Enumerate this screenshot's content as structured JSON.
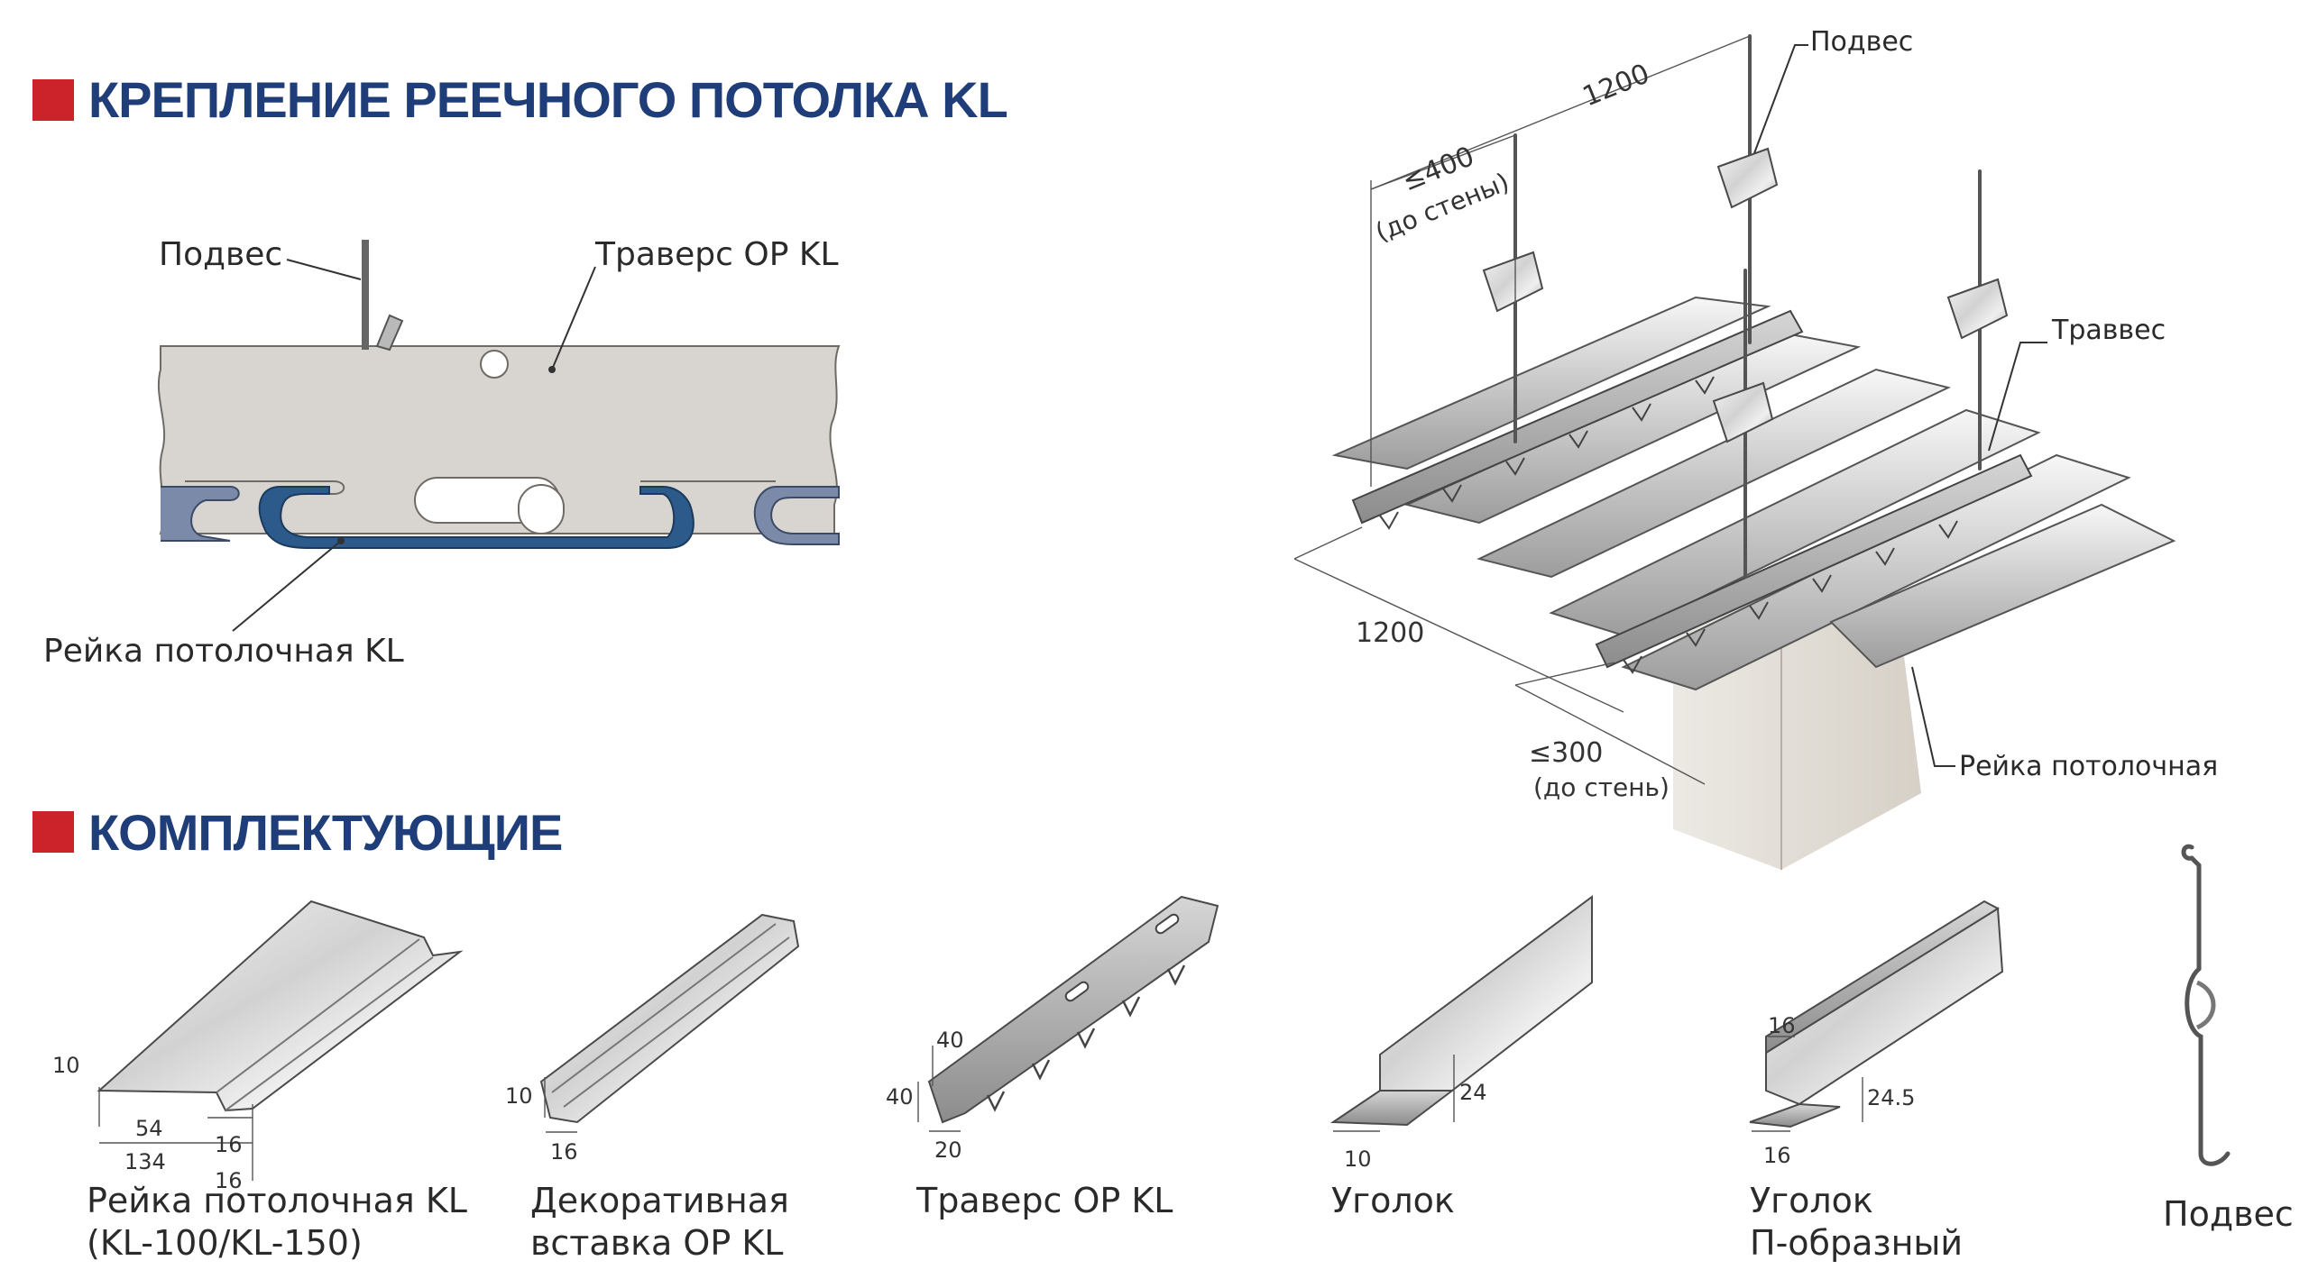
{
  "colors": {
    "accent_red": "#cc2229",
    "title_blue": "#1f3d78",
    "cut_fill": "#d8d5d0",
    "panel_blue": "#7a8aa8",
    "panel_dark_blue": "#2c5a8a"
  },
  "titles": {
    "mounting": "КРЕПЛЕНИЕ РЕЕЧНОГО ПОТОЛКА KL",
    "components": "КОМПЛЕКТУЮЩИЕ"
  },
  "section_view": {
    "hanger": "Подвес",
    "traverse": "Траверс OP KL",
    "rail": "Рейка потолочная KL"
  },
  "iso_view": {
    "hanger": "Подвес",
    "traverse": "Траввес",
    "rail": "Рейка потолочная",
    "dim_1200_top": "1200",
    "dim_400": "≤400",
    "dim_400_note": "(до стены)",
    "dim_1200_left": "1200",
    "dim_300": "≤300",
    "dim_300_note": "(до стень)"
  },
  "components": [
    {
      "line1": "Рейка потолочная KL",
      "line2": "(KL-100/KL-150)",
      "dims": [
        "10",
        "54",
        "16",
        "134",
        "16"
      ]
    },
    {
      "line1": "Декоративная",
      "line2": "вставка OP KL",
      "dims": [
        "10",
        "16"
      ]
    },
    {
      "line1": "Траверс OP KL",
      "line2": "",
      "dims": [
        "40",
        "40",
        "20"
      ]
    },
    {
      "line1": "Уголок",
      "line2": "",
      "dims": [
        "24",
        "10"
      ]
    },
    {
      "line1": "Уголок",
      "line2": "П-образный",
      "dims": [
        "16",
        "24.5",
        "16"
      ]
    },
    {
      "line1": "Подвес",
      "line2": "",
      "dims": []
    }
  ]
}
